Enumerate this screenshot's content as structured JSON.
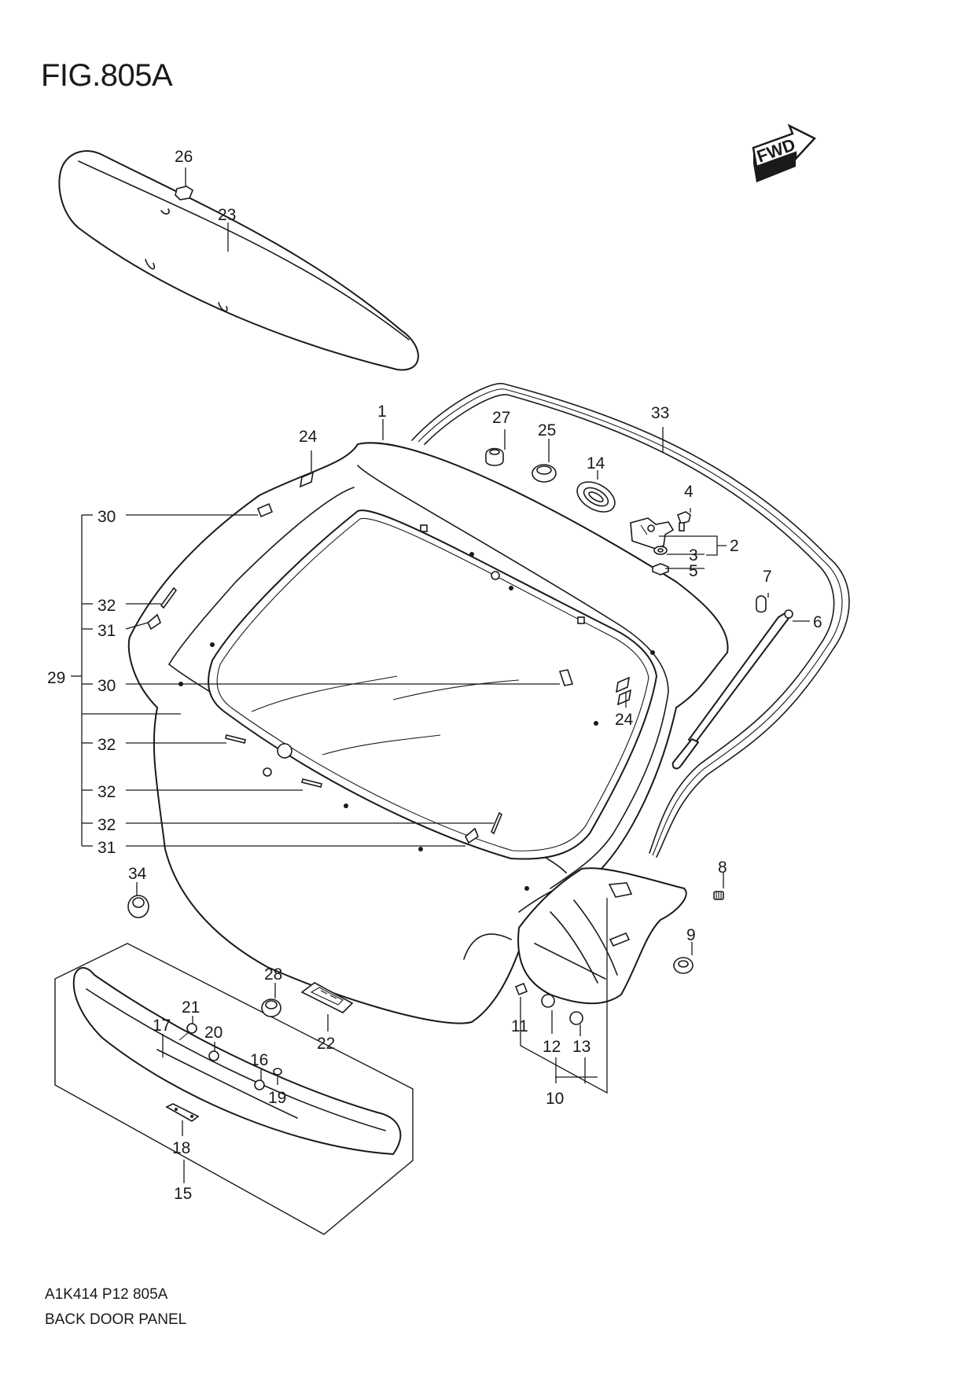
{
  "figure": {
    "title": "FIG.805A",
    "fwd_label": "FWD",
    "footer_code": "A1K414 P12 805A",
    "footer_name": "BACK DOOR PANEL"
  },
  "callouts": {
    "c1": "1",
    "c2": "2",
    "c3": "3",
    "c4": "4",
    "c5": "5",
    "c6": "6",
    "c7": "7",
    "c8": "8",
    "c9": "9",
    "c10": "10",
    "c11": "11",
    "c12": "12",
    "c13": "13",
    "c14": "14",
    "c15": "15",
    "c16": "16",
    "c17": "17",
    "c18": "18",
    "c19": "19",
    "c20": "20",
    "c21": "21",
    "c22": "22",
    "c23": "23",
    "c24a": "24",
    "c24b": "24",
    "c25": "25",
    "c26": "26",
    "c27": "27",
    "c28": "28",
    "c29": "29",
    "c30a": "30",
    "c30b": "30",
    "c31a": "31",
    "c31b": "31",
    "c32a": "32",
    "c32b": "32",
    "c32c": "32",
    "c32d": "32",
    "c33": "33",
    "c34": "34"
  }
}
